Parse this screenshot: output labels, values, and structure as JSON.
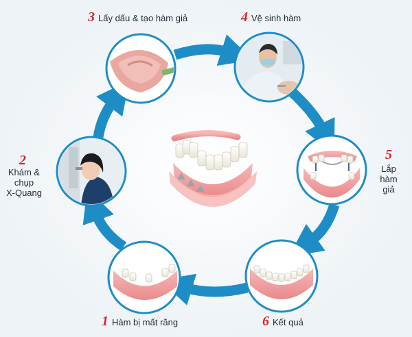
{
  "steps": [
    {
      "number": "1",
      "label": "Hàm bị mất răng",
      "image": "jaw-missing-teeth-photo"
    },
    {
      "number": "2",
      "label_lines": [
        "Khám &",
        "chụp",
        "X-Quang"
      ],
      "image": "x-ray-exam-photo"
    },
    {
      "number": "3",
      "label": "Lấy dấu & tạo hàm giả",
      "image": "impression-tray-photo"
    },
    {
      "number": "4",
      "label": "Vệ sinh hàm",
      "image": "dentist-cleaning-photo"
    },
    {
      "number": "5",
      "label_lines": [
        "Lắp",
        "hàm",
        "giả"
      ],
      "image": "fitting-denture-photo"
    },
    {
      "number": "6",
      "label": "Kết quả",
      "image": "restored-jaw-photo"
    }
  ],
  "center_image": "implant-denture-illustration",
  "colors": {
    "arrow_blue": "#1e8dc6",
    "number_red": "#d6262b",
    "circle_border": "#1e8dc6",
    "gum_pink": "#f0a0a0",
    "tooth_white": "#fbfbf6"
  }
}
